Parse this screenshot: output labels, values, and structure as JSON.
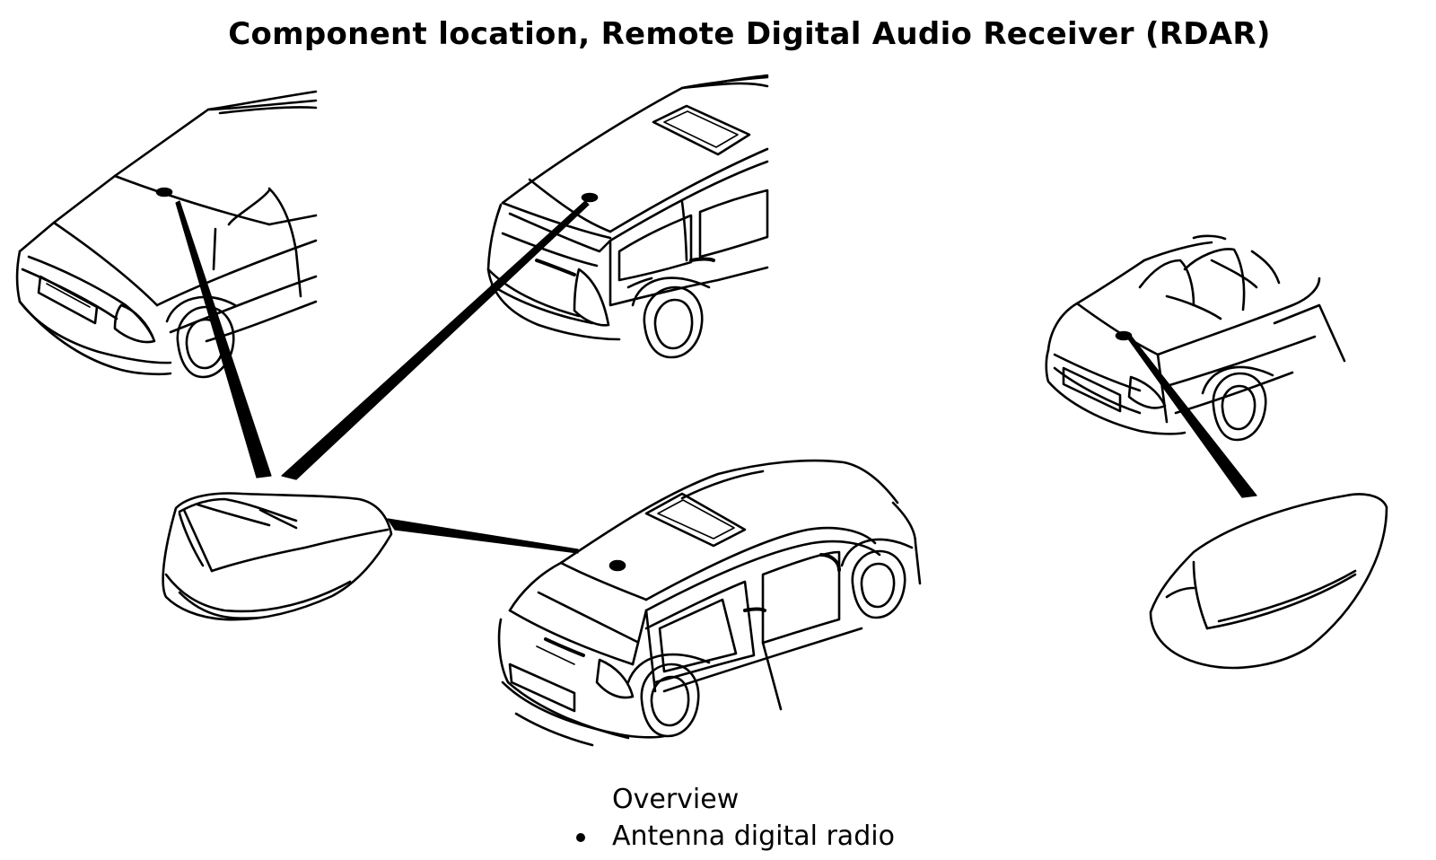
{
  "title": "Component location, Remote Digital Audio Receiver (RDAR)",
  "legend": {
    "heading": "Overview",
    "items": [
      {
        "label": "Antenna digital radio"
      }
    ]
  },
  "figure": {
    "views": [
      {
        "icon": "sedan-rear-view-icon"
      },
      {
        "icon": "estate-rear-view-icon"
      },
      {
        "icon": "hatchback-rear-view-icon"
      },
      {
        "icon": "convertible-rear-view-icon"
      },
      {
        "icon": "shark-fin-antenna-icon"
      },
      {
        "icon": "flat-antenna-icon"
      }
    ],
    "line_color": "#000000",
    "background": "#ffffff"
  }
}
